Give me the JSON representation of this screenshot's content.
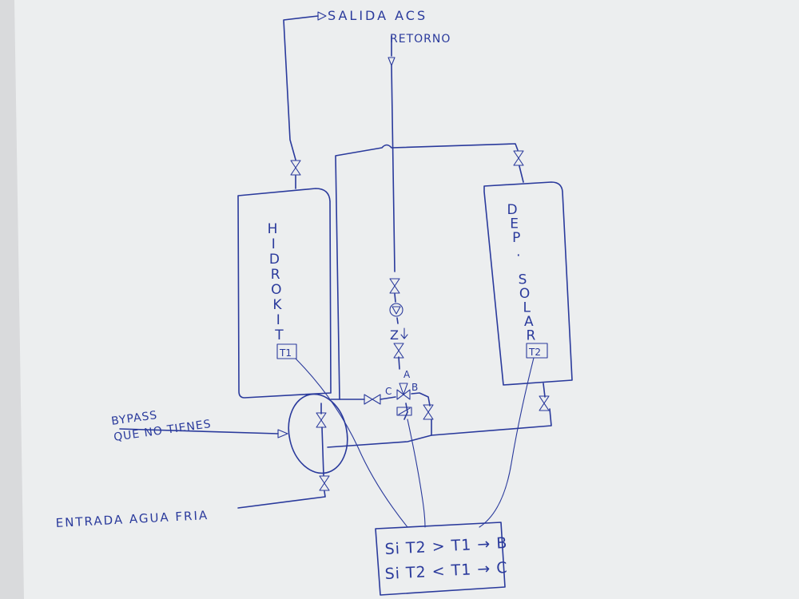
{
  "colors": {
    "ink": "#2a3a9c",
    "paper": "#eceeef",
    "background": "#d9dadc"
  },
  "labels": {
    "salida": "SALIDA ACS",
    "retorno": "RETORNO",
    "bypass_line1": "BYPASS",
    "bypass_line2": "QUE NO TIENES",
    "entrada": "ENTRADA AGUA FRIA",
    "port_a": "A",
    "port_b": "B",
    "port_c": "C",
    "pump_z": "Z"
  },
  "tanks": {
    "hidrokit": {
      "letters": [
        "H",
        "I",
        "D",
        "R",
        "O",
        "K",
        "I",
        "T"
      ],
      "sensor": "T1"
    },
    "deposito": {
      "letters": [
        "D",
        "E",
        "P",
        ".",
        " ",
        "S",
        "O",
        "L",
        "A",
        "R"
      ],
      "sensor": "T2"
    }
  },
  "controller": {
    "line1": "Si T2 > T1 → B",
    "line2": "Si T2 < T1 → C"
  }
}
